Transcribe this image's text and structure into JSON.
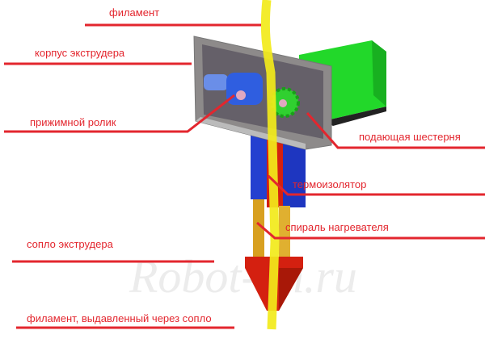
{
  "diagram": {
    "watermark": "Robot-on.ru",
    "labels": {
      "filament": "филамент",
      "extruder_body": "корпус экструдера",
      "pressure_roller": "прижимной ролик",
      "feed_gear": "подающая шестерня",
      "thermal_insulator": "термоизолятор",
      "heater_coil": "спираль нагревателя",
      "nozzle": "сопло экструдера",
      "extruded_filament": "филамент, выдавленный через сопло"
    },
    "colors": {
      "labels": "#e3262e",
      "filament": "#f2ea1a",
      "motor": "#22d82a",
      "insulator": "#2440d0",
      "nozzle": "#d42010",
      "housing": "#9a9a9a"
    }
  }
}
